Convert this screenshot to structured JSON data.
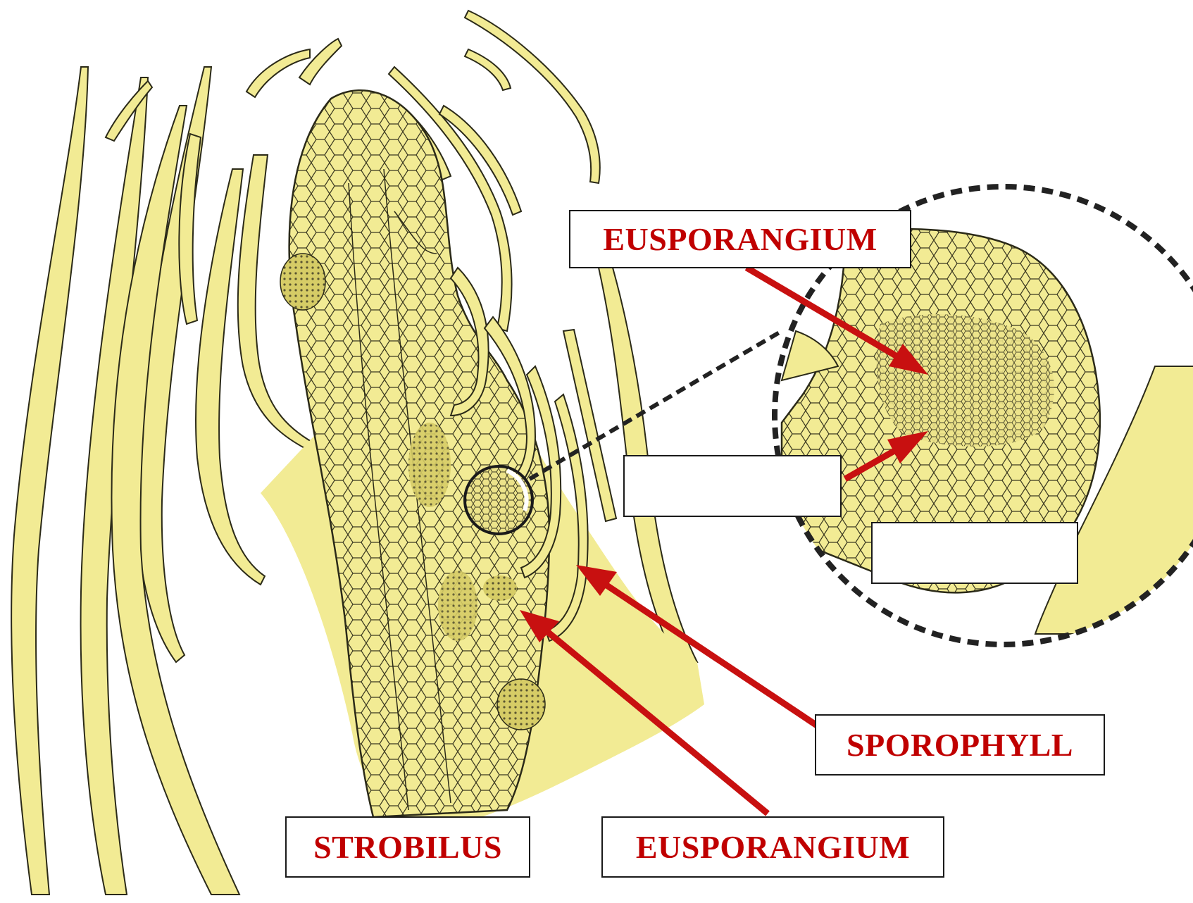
{
  "diagram": {
    "labels": {
      "eusporangium_top": "EUSPORANGIUM",
      "sporophyll": "SPOROPHYLL",
      "strobilus": "STROBILUS",
      "eusporangium_bottom": "EUSPORANGIUM",
      "blank_1": "",
      "blank_2": ""
    },
    "colors": {
      "tissue_fill": "#f2eb94",
      "tissue_dark": "#d8cf6a",
      "outline": "#2b2a18",
      "arrow": "#c81010",
      "label_text": "#c00000",
      "dashed_line": "#222222"
    }
  }
}
